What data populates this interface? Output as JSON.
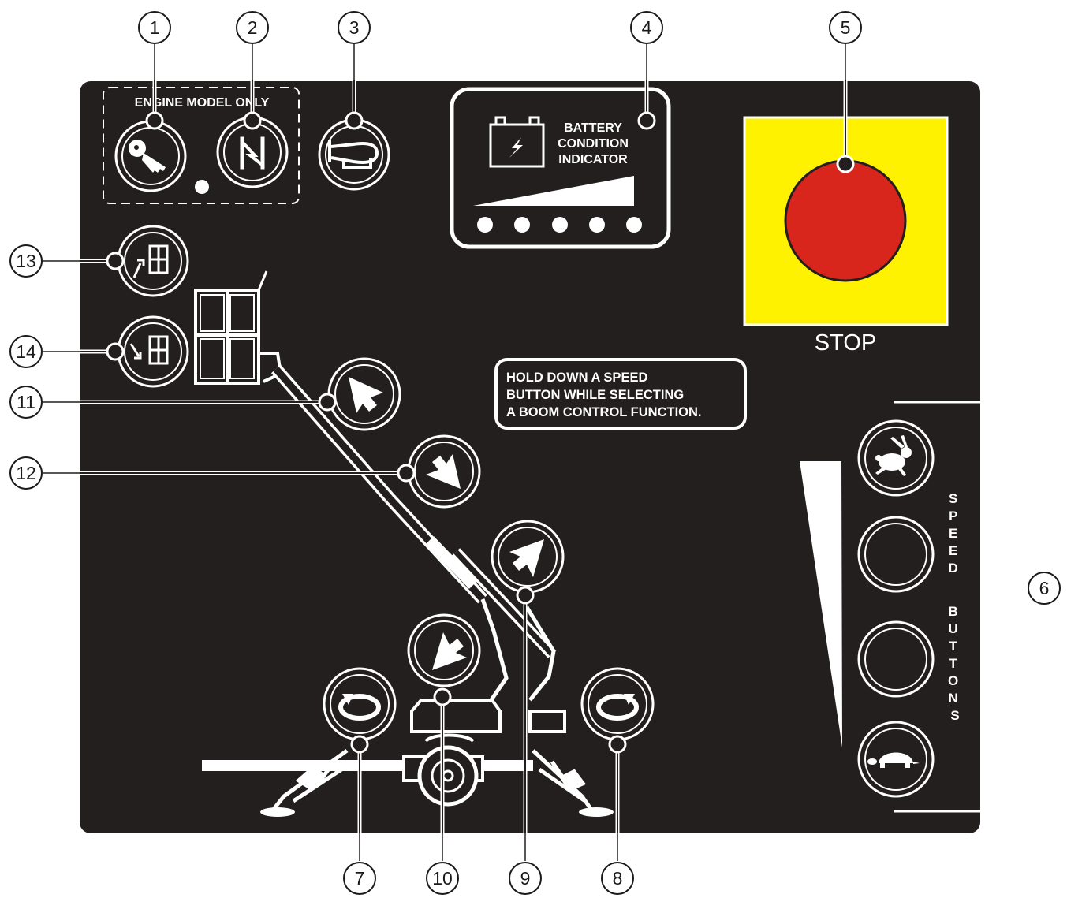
{
  "panel": {
    "engine_group_label": "ENGINE MODEL ONLY",
    "battery_label_lines": [
      "BATTERY",
      "CONDITION",
      "INDICATOR"
    ],
    "stop_label": "STOP",
    "notice_lines": [
      "HOLD DOWN A SPEED",
      "BUTTON WHILE SELECTING",
      "A BOOM CONTROL FUNCTION."
    ],
    "speed_label": "SPEED BUTTONS",
    "speed_label_letters_1": [
      "S",
      "P",
      "E",
      "E",
      "D"
    ],
    "speed_label_letters_2": [
      "B",
      "U",
      "T",
      "T",
      "O",
      "N",
      "S"
    ]
  },
  "callouts": {
    "c1": "1",
    "c2": "2",
    "c3": "3",
    "c4": "4",
    "c5": "5",
    "c6": "6",
    "c7": "7",
    "c8": "8",
    "c9": "9",
    "c10": "10",
    "c11": "11",
    "c12": "12",
    "c13": "13",
    "c14": "14"
  },
  "colors": {
    "panel": "#231f1e",
    "stop_yellow": "#fff200",
    "stop_red": "#d9261c",
    "line": "#ffffff"
  },
  "icons": {
    "c1": "key-icon",
    "c2": "glow-plug-icon",
    "c3": "horn-icon",
    "c4": "battery-icon",
    "c5": "emergency-stop-icon",
    "c6": "speed-buttons-bracket",
    "c7": "turntable-rotate-left-icon",
    "c8": "turntable-rotate-right-icon",
    "c9": "primary-boom-down-icon",
    "c10": "primary-boom-up-icon",
    "c11": "secondary-boom-up-icon",
    "c12": "secondary-boom-down-icon",
    "c13": "platform-level-up-icon",
    "c14": "platform-level-down-icon",
    "fast": "rabbit-icon",
    "slow": "turtle-icon"
  }
}
